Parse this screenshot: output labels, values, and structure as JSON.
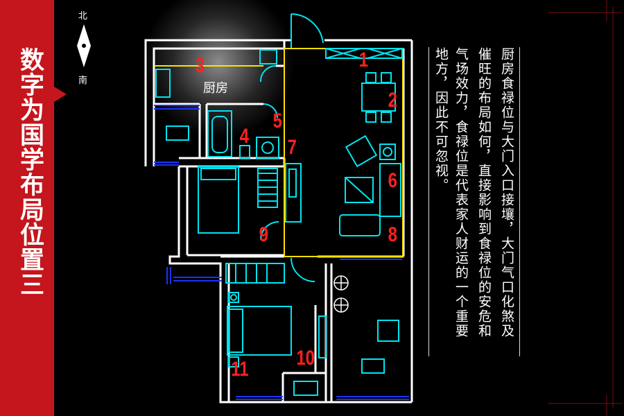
{
  "title": "数字为国学布局位置三",
  "compass": {
    "north": "北",
    "south": "南"
  },
  "room_label": "厨房",
  "numbers": [
    "1",
    "2",
    "3",
    "4",
    "5",
    "6",
    "7",
    "8",
    "9",
    "10",
    "11"
  ],
  "description_columns": [
    "厨房食禄位与大门入口接壤，大门气口化煞及",
    "催旺的布局如何，直接影响到食禄位的安危和",
    "气场效力，食禄位是代表家人财运的一个重要",
    "地方，因此不可忽视。"
  ],
  "colors": {
    "accent_red": "#c4161c",
    "wall": "#ffffff",
    "furniture": "#00e5f0",
    "zone": "#ffe000",
    "number": "#ff2020"
  }
}
